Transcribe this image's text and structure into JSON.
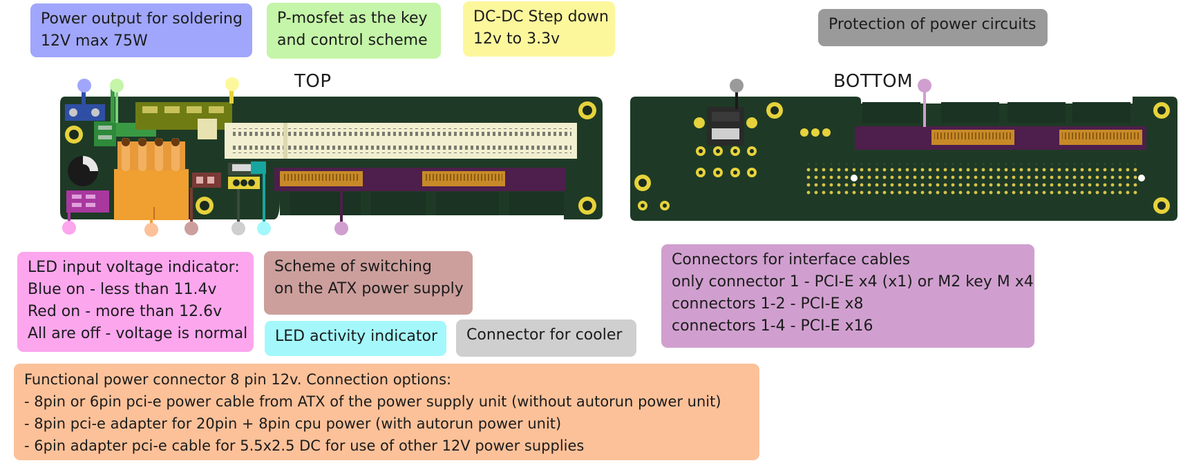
{
  "boards": {
    "top_label": "TOP",
    "bottom_label": "BOTTOM"
  },
  "callouts": {
    "power_output": {
      "color": "#a0a6fb",
      "lines": [
        "Power output for soldering",
        "12V max 75W"
      ]
    },
    "pmosfet": {
      "color": "#c4f5a8",
      "lines": [
        "P-mosfet as the key",
        "and control scheme"
      ]
    },
    "dcdc": {
      "color": "#fdf79c",
      "lines": [
        "DC-DC Step down",
        "12v to 3.3v"
      ]
    },
    "protection": {
      "color": "#9a9a9a",
      "lines": [
        "Protection of power circuits"
      ]
    },
    "led_voltage": {
      "color": "#fca6ee",
      "lines": [
        "LED input voltage indicator:",
        "Blue on - less than 11.4v",
        "Red on - more than 12.6v",
        "All are off - voltage is normal"
      ]
    },
    "atx_switching": {
      "color": "#cc9f9c",
      "lines": [
        "Scheme of switching",
        "on the ATX power supply"
      ]
    },
    "led_activity": {
      "color": "#a4f8fc",
      "lines": [
        "LED activity indicator"
      ]
    },
    "cooler": {
      "color": "#cfcfcf",
      "lines": [
        "Connector for cooler"
      ]
    },
    "interface_connectors": {
      "color": "#d09fcf",
      "lines": [
        "Connectors for interface cables",
        "only connector 1 - PCI-E x4 (x1) or M2 key M x4",
        "connectors 1-2 - PCI-E x8",
        "connectors 1-4 - PCI-E x16"
      ]
    },
    "power_connector": {
      "color": "#fcc199",
      "lines": [
        "Functional power connector 8 pin 12v. Connection options:",
        "- 8pin or 6pin pci-e power cable from ATX of the power supply unit (without autorun power unit)",
        "- 8pin pci-e adapter for 20pin + 8pin cpu power (with autorun power unit)",
        "- 6pin adapter pci-e cable for 5.5x2.5 DC for use of other 12V power supplies"
      ]
    }
  }
}
